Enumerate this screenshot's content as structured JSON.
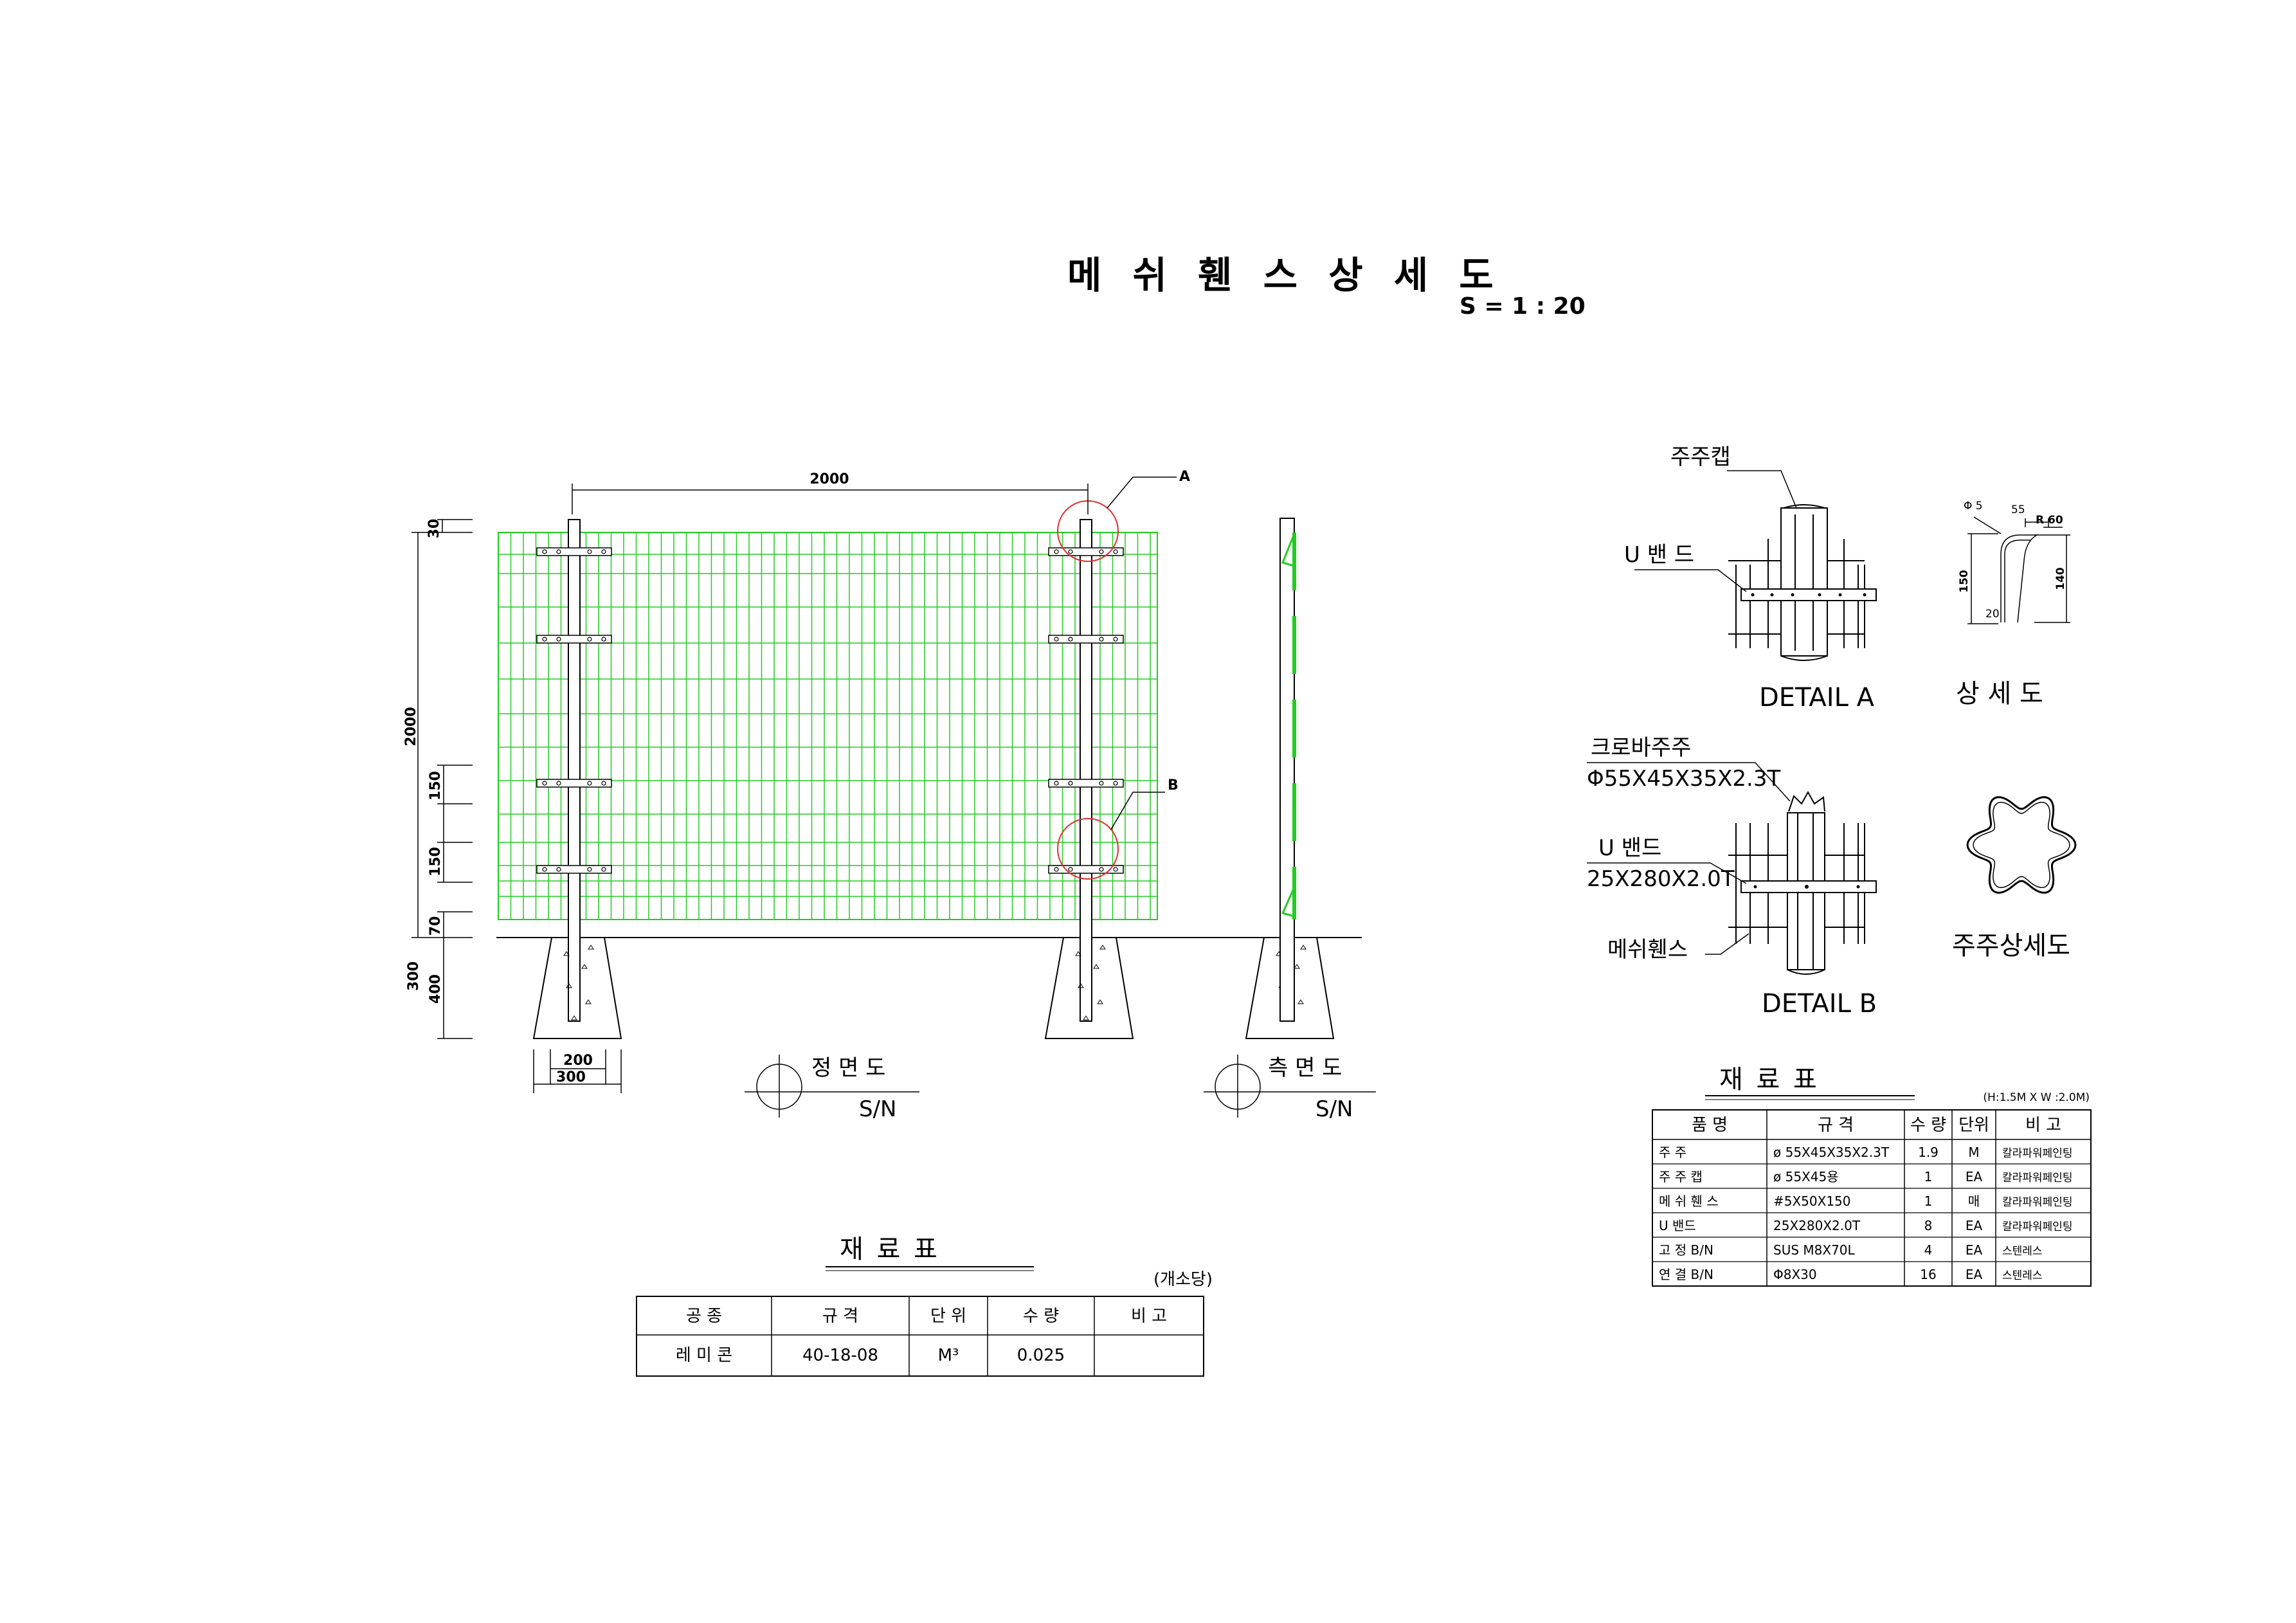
{
  "title": "메 쉬 휀 스 상 세 도",
  "scale": "S = 1 : 20",
  "front_view": {
    "width_dim": "2000",
    "height_dims": [
      "30",
      "2000",
      "150",
      "150",
      "70",
      "300",
      "400"
    ],
    "base_dims": [
      "200",
      "300"
    ],
    "callouts": [
      "A",
      "B"
    ],
    "label": "정 면 도",
    "sublabel": "S/N"
  },
  "side_view": {
    "label": "측 면 도",
    "sublabel": "S/N"
  },
  "detail_a": {
    "label": "DETAIL  A",
    "callouts": [
      "주주캡",
      "U 밴 드"
    ]
  },
  "detail_u": {
    "label": "상  세  도",
    "dims": [
      "Φ 5",
      "55",
      "R 60",
      "150",
      "140",
      "20"
    ]
  },
  "detail_b": {
    "label": "DETAIL B",
    "callouts": [
      "크로바주주",
      "Φ55X45X35X2.3T",
      "U 밴드",
      "25X280X2.0T",
      "메쉬휀스"
    ]
  },
  "post_section": {
    "label": "주주상세도"
  },
  "material_table_right": {
    "title": "재    료    표",
    "note": "(H:1.5M X W :2.0M)",
    "headers": [
      "품        명",
      "규        격",
      "수 량",
      "단위",
      "비    고"
    ],
    "rows": [
      [
        "주    주",
        "ø 55X45X35X2.3T",
        "1.9",
        "M",
        "칼라파워페인팅"
      ],
      [
        "주 주 캡",
        "ø 55X45용",
        "1",
        "EA",
        "칼라파워페인팅"
      ],
      [
        "메 쉬 휀 스",
        "#5X50X150",
        "1",
        "매",
        "칼라파워페인팅"
      ],
      [
        "U 밴드",
        "25X280X2.0T",
        "8",
        "EA",
        "칼라파워페인팅"
      ],
      [
        "고    정 B/N",
        "SUS M8X70L",
        "4",
        "EA",
        "스텐레스"
      ],
      [
        "연 결 B/N",
        "Φ8X30",
        "16",
        "EA",
        "스텐레스"
      ]
    ]
  },
  "material_table_left": {
    "title": "재    료    표",
    "note": "(개소당)",
    "headers": [
      "공        종",
      "규        격",
      "단 위",
      "수        량",
      "비        고"
    ],
    "rows": [
      [
        "레   미   콘",
        "40-18-08",
        "M³",
        "0.025",
        ""
      ]
    ]
  },
  "colors": {
    "mesh": "#22cc22",
    "callout_circle": "#e03030",
    "line": "#000000"
  }
}
